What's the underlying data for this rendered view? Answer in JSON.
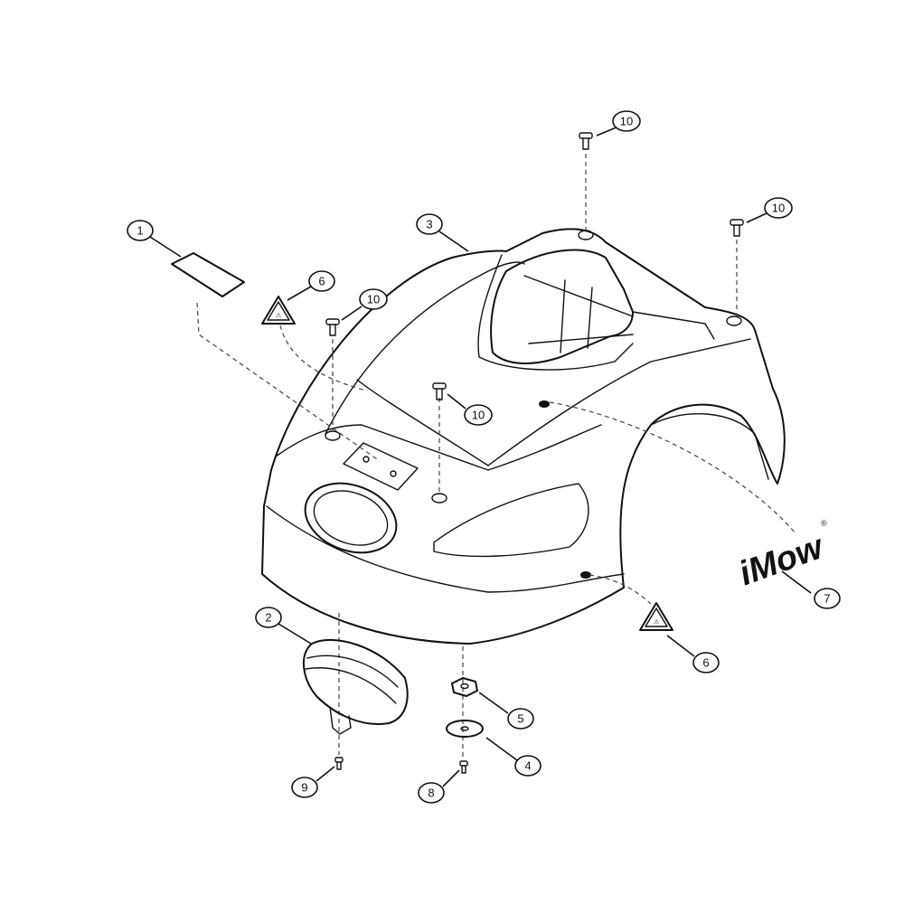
{
  "callouts": [
    {
      "id": "c1",
      "label": "1"
    },
    {
      "id": "c2",
      "label": "2"
    },
    {
      "id": "c3",
      "label": "3"
    },
    {
      "id": "c4",
      "label": "4"
    },
    {
      "id": "c5",
      "label": "5"
    },
    {
      "id": "c6a",
      "label": "6"
    },
    {
      "id": "c6b",
      "label": "6"
    },
    {
      "id": "c7",
      "label": "7"
    },
    {
      "id": "c8",
      "label": "8"
    },
    {
      "id": "c9",
      "label": "9"
    },
    {
      "id": "c10a",
      "label": "10"
    },
    {
      "id": "c10b",
      "label": "10"
    },
    {
      "id": "c10c",
      "label": "10"
    },
    {
      "id": "c10d",
      "label": "10"
    }
  ],
  "logo": {
    "text": "iMow",
    "mark": "®"
  },
  "icons": {
    "warning": "warning-triangle-icon",
    "screw": "screw-icon"
  },
  "colors": {
    "line": "#111111",
    "background": "#ffffff"
  }
}
